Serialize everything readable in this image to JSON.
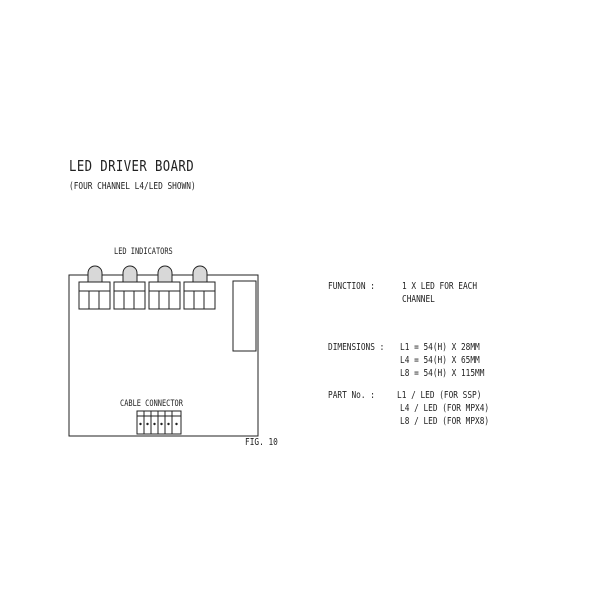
{
  "title": "LED DRIVER BOARD",
  "subtitle": "(FOUR CHANNEL L4/LED SHOWN)",
  "labels": {
    "led_indicators": "LED INDICATORS",
    "cable_connector": "CABLE CONNECTOR",
    "figure": "FIG. 10"
  },
  "specs": {
    "function_label": "FUNCTION :",
    "function_line1": "1 X LED FOR EACH",
    "function_line2": "CHANNEL",
    "dimensions_label": "DIMENSIONS :",
    "dimensions": [
      "L1 = 54(H) X 28MM",
      "L4 = 54(H) X 65MM",
      "L8 = 54(H) X 115MM"
    ],
    "part_label": "PART No. :",
    "parts": [
      "L1 / LED (FOR SSP)",
      "L4 / LED (FOR MPX4)",
      "L8 / LED (FOR MPX8)"
    ]
  },
  "colors": {
    "line": "#222222",
    "led_fill": "#d8d8d8",
    "background": "#ffffff"
  }
}
